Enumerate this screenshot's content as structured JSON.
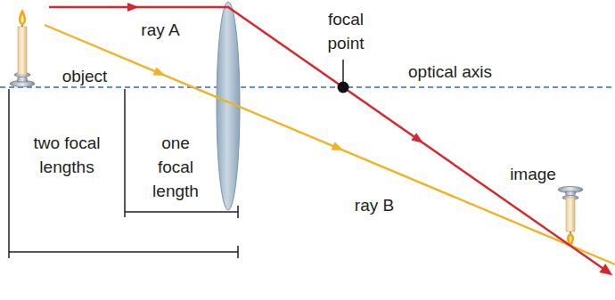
{
  "diagram": {
    "labels": [
      "focal point",
      "ray A",
      "object",
      "optical axis",
      "two focal lengths",
      "one focal length",
      "ray B",
      "image"
    ]
  }
}
